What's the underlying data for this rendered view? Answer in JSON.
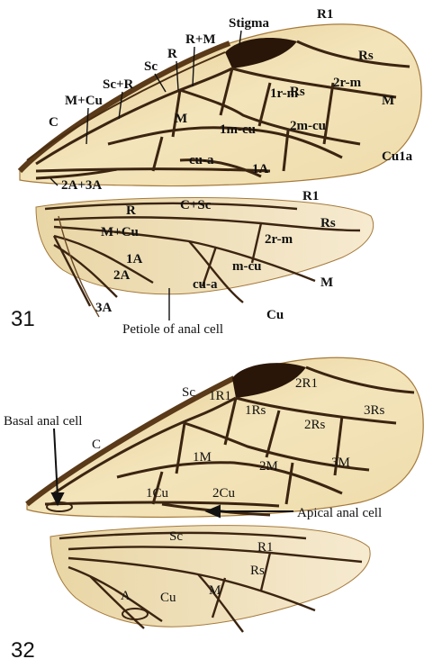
{
  "figure_31": {
    "number": "31",
    "forewing_labels": {
      "stigma": "Stigma",
      "r1": "R1",
      "rs_outer": "Rs",
      "rs_inner": "Rs",
      "r_plus_m": "R+M",
      "r": "R",
      "sc": "Sc",
      "sc_plus_r": "Sc+R",
      "m_plus_cu": "M+Cu",
      "c": "C",
      "m_cell": "M",
      "r_m_1": "1r-m",
      "r_m_2": "2r-m",
      "m_vein": "M",
      "m_cu_1": "1m-cu",
      "m_cu_2": "2m-cu",
      "cu1a": "Cu1a",
      "cu_a": "cu-a",
      "a1": "1A",
      "a23": "2A+3A"
    },
    "hindwing_labels": {
      "c_plus_sc": "C+Sc",
      "r1": "R1",
      "r": "R",
      "rs": "Rs",
      "m_plus_cu": "M+Cu",
      "r_m_2": "2r-m",
      "a1": "1A",
      "a2": "2A",
      "m_cu": "m-cu",
      "cu_a": "cu-a",
      "m": "M",
      "a3": "3A",
      "cu": "Cu",
      "petiole": "Petiole of anal cell"
    }
  },
  "figure_32": {
    "number": "32",
    "forewing_labels": {
      "basal_anal_cell": "Basal anal cell",
      "c": "C",
      "sc": "Sc",
      "r1_cell_1": "1R1",
      "r1_cell_2": "2R1",
      "rs_1": "1Rs",
      "rs_2": "2Rs",
      "rs_3": "3Rs",
      "m_1": "1M",
      "m_2": "2M",
      "m_3": "3M",
      "cu_1": "1Cu",
      "cu_2": "2Cu",
      "apical_anal_cell": "Apical anal cell"
    },
    "hindwing_labels": {
      "sc": "Sc",
      "r1": "R1",
      "rs": "Rs",
      "a": "A",
      "cu": "Cu",
      "m": "M"
    }
  },
  "colors": {
    "membrane": "#f1e1b5",
    "membrane_dark": "#d9b978",
    "vein": "#3b2410",
    "stigma": "#2a1608",
    "label": "#111111"
  }
}
